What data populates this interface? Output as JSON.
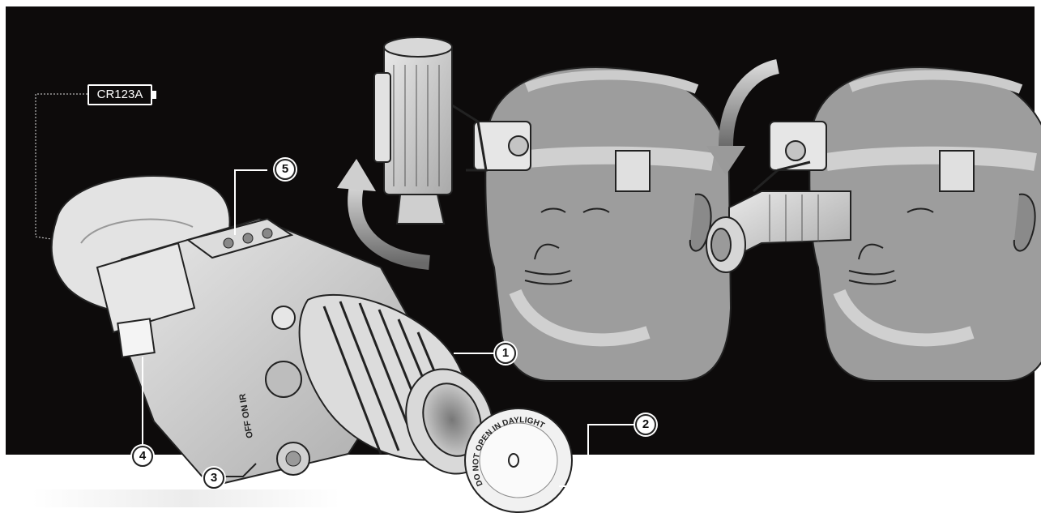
{
  "battery": {
    "label": "CR123A"
  },
  "callouts": [
    {
      "number": "1",
      "part": "objective lens focus ring"
    },
    {
      "number": "2",
      "part": "objective lens cap"
    },
    {
      "number": "3",
      "part": "power switch"
    },
    {
      "number": "4",
      "part": "battery compartment"
    },
    {
      "number": "5",
      "part": "accessory mount rail"
    }
  ],
  "switch": {
    "label": "OFF ON IR"
  },
  "lens_cap": {
    "label": "DO NOT OPEN IN DAYLIGHT"
  },
  "colors": {
    "background": "#0d0b0b",
    "head": "#9b9b9b",
    "device": "#cfcfcf",
    "arrow": "#bdbdbd"
  }
}
